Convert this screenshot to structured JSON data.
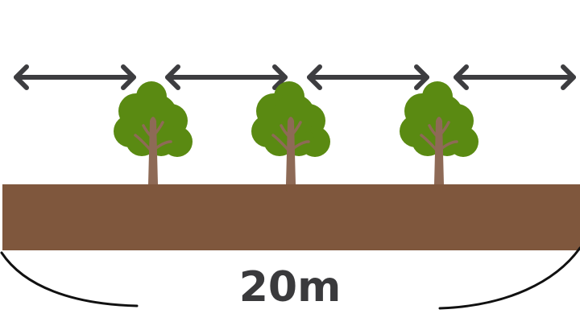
{
  "diagram": {
    "width_label": "20m",
    "tree_count": 3,
    "spacing_arrow_count": 4,
    "colors": {
      "soil": "#7f573d",
      "foliage": "#5a8a12",
      "trunk": "#8e6a56",
      "arrow": "#3d3d40",
      "brace": "#111111",
      "label": "#3a3a3c"
    },
    "icons": {
      "tree": "tree-icon",
      "arrow": "double-headed-arrow-icon",
      "brace": "curved-brace-icon"
    }
  }
}
